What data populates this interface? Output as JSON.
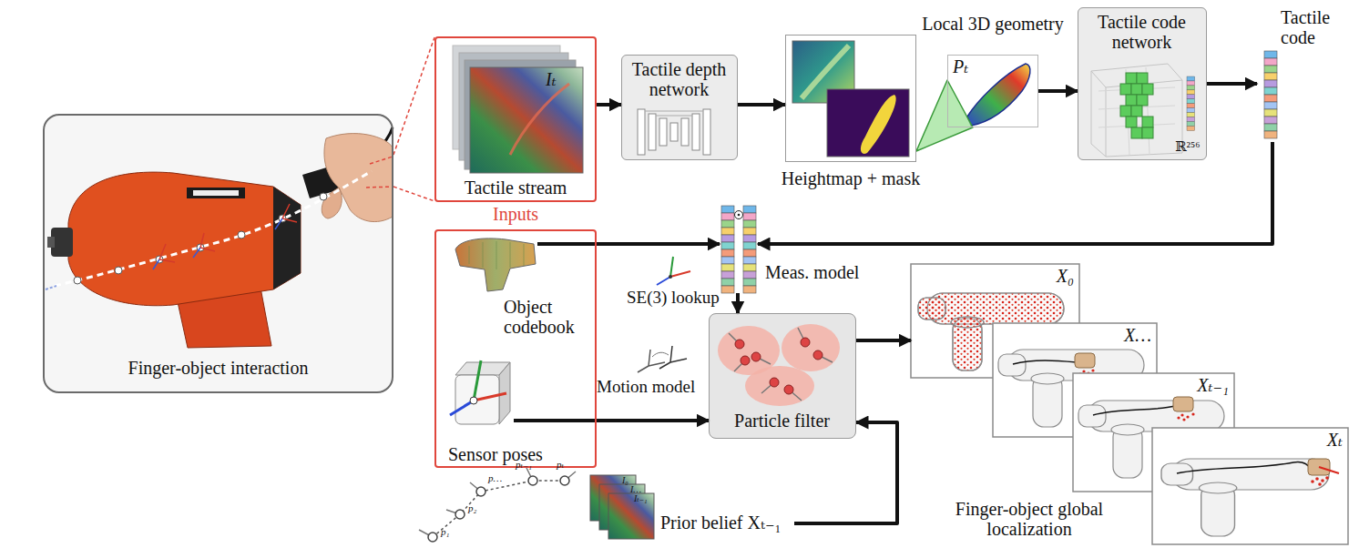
{
  "diagram": {
    "nodes": [
      {
        "text": [
          "Finger-object interaction"
        ]
      },
      {
        "text": [
          "Tactile stream",
          "Iₜ"
        ]
      },
      {
        "text": [
          "Tactile depth network"
        ]
      },
      {
        "text": [
          "Heightmap + mask"
        ]
      },
      {
        "text": [
          "Local 3D geometry",
          "Pₜ"
        ]
      },
      {
        "text": [
          "Tactile code network",
          "ℝ²⁵⁶"
        ]
      },
      {
        "text": [
          "Tactile code"
        ]
      },
      {
        "text": [
          "Inputs"
        ]
      },
      {
        "text": [
          "Object codebook"
        ],
        "in": 7
      },
      {
        "text": [
          "Sensor poses"
        ],
        "in": 7
      },
      {
        "text": [
          "Meas. model"
        ]
      },
      {
        "text": [
          "Particle filter"
        ]
      },
      {
        "text": [
          "X₀"
        ]
      },
      {
        "text": [
          "X…"
        ]
      },
      {
        "text": [
          "Xₜ₋₁"
        ]
      },
      {
        "text": [
          "Xₜ"
        ]
      },
      {
        "text": [
          "Prior belief Xₜ₋₁"
        ]
      }
    ],
    "edges": [
      {
        "from": 0,
        "to": 1,
        "arrow": "none"
      },
      {
        "from": 1,
        "to": 2,
        "arrow": "to"
      },
      {
        "from": 2,
        "to": 3,
        "arrow": "to"
      },
      {
        "from": 3,
        "to": 4,
        "arrow": "none"
      },
      {
        "from": 4,
        "to": 5,
        "arrow": "to"
      },
      {
        "from": 5,
        "to": 6,
        "arrow": "to"
      },
      {
        "from": 6,
        "to": 10,
        "arrow": "to"
      },
      {
        "from": 8,
        "to": 10,
        "label": "SE(3) lookup",
        "arrow": "to"
      },
      {
        "from": 10,
        "to": 11,
        "arrow": "to"
      },
      {
        "from": 9,
        "to": 11,
        "label": "Motion model",
        "arrow": "to"
      },
      {
        "from": 11,
        "to": 12,
        "arrow": "to"
      },
      {
        "from": 16,
        "to": 11,
        "arrow": "to"
      }
    ],
    "labels": [
      "Finger-object global localization",
      "p₁",
      "p₂",
      "p…",
      "pₜ₋₁",
      "pₜ",
      "I₀",
      "I…",
      "Iₜ₋₁"
    ]
  }
}
